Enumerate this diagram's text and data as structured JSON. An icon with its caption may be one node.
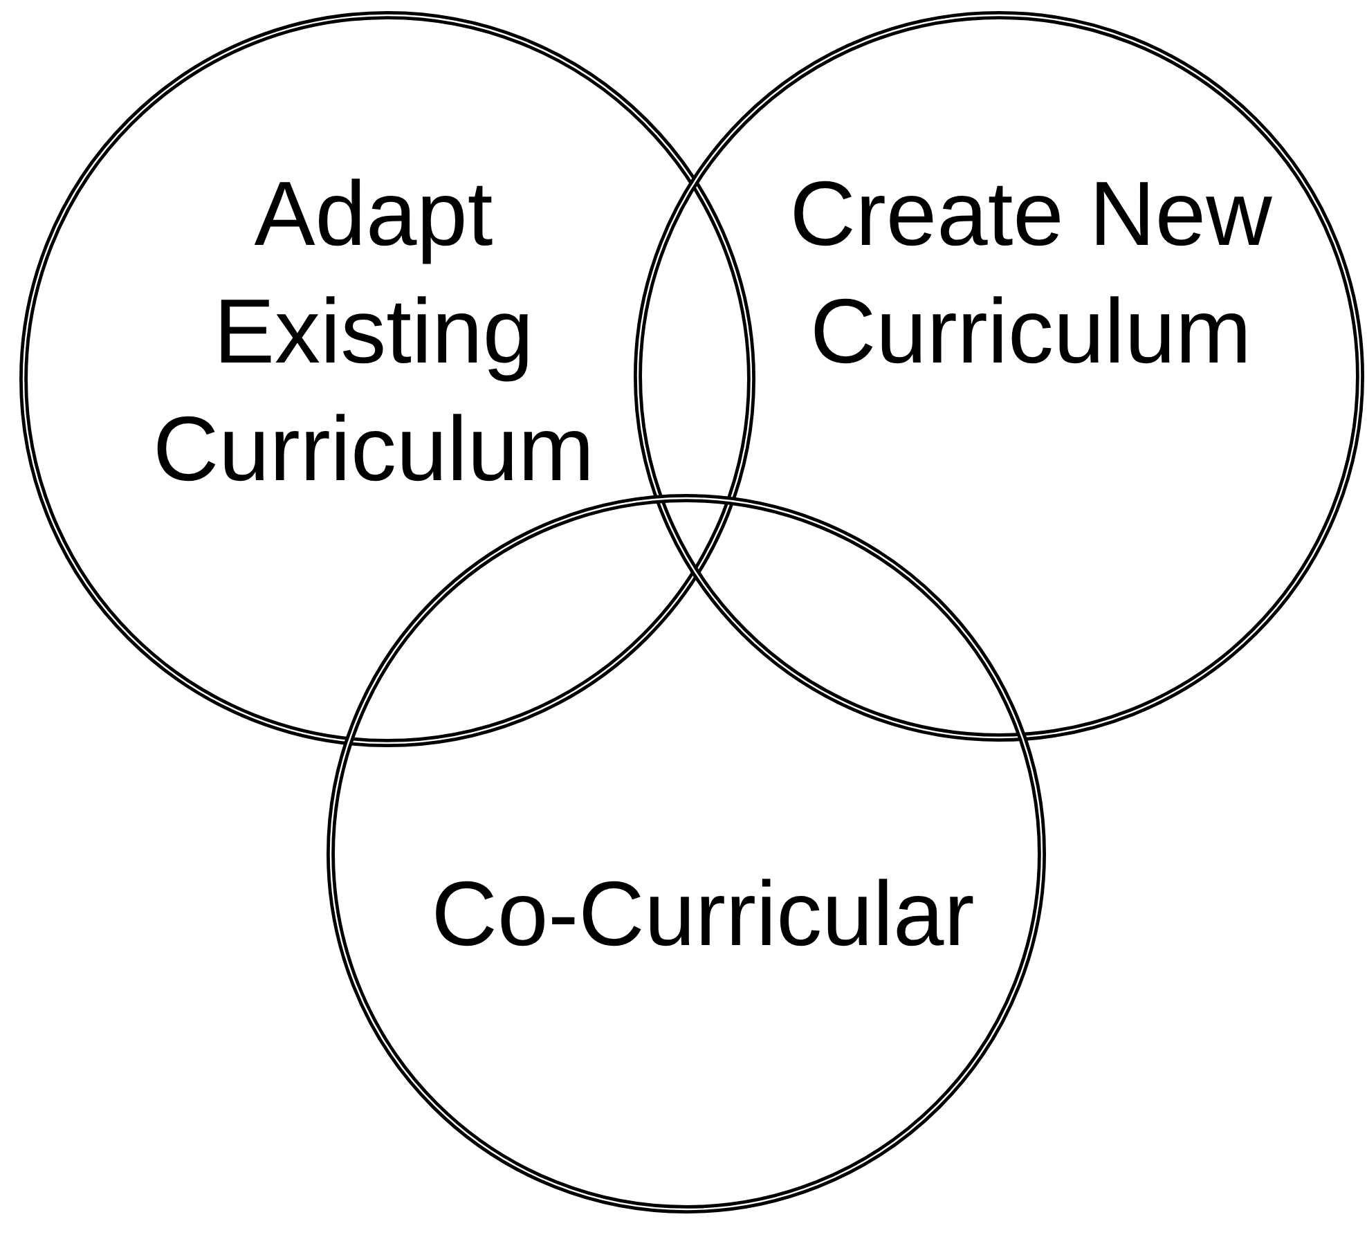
{
  "diagram": {
    "nodes": [
      {
        "text": [
          "Adapt Existing Curriculum"
        ]
      },
      {
        "text": [
          "Create New Curriculum"
        ]
      },
      {
        "text": [
          "Co-Curricular"
        ]
      }
    ],
    "edges": []
  }
}
